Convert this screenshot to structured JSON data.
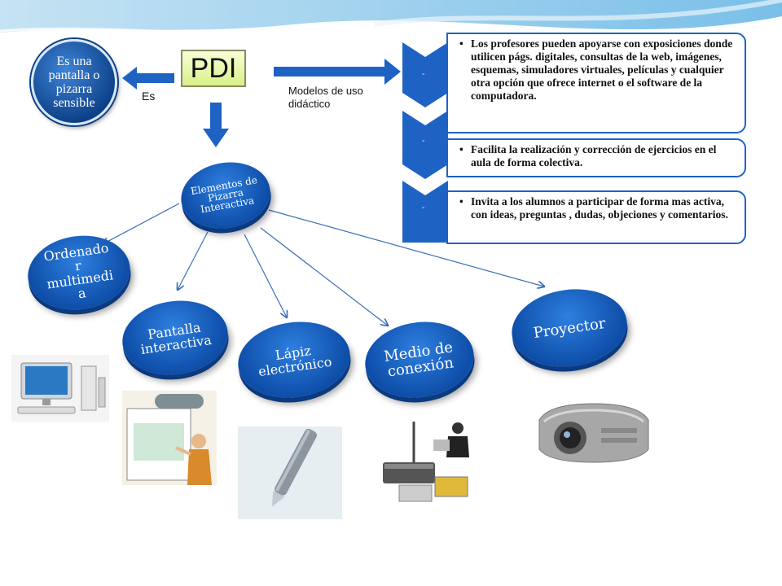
{
  "top": {
    "pdi_label": "PDI",
    "es_label": "Es",
    "modelos_label": "Modelos de uso didáctico",
    "sensible_text": "Es una pantalla o pizarra sensible"
  },
  "right_list": {
    "dash": "-",
    "items": [
      "Los profesores pueden apoyarse con exposiciones donde utilicen págs. digitales, consultas de la web, imágenes, esquemas, simuladores virtuales, películas y cualquier otra opción que ofrece internet o  el software de la computadora.",
      "Facilita la realización y corrección de ejercicios en el aula de forma colectiva.",
      "Invita a los alumnos a participar de forma mas activa, con ideas, preguntas , dudas, objeciones y comentarios."
    ]
  },
  "center_node": "Elementos de Pizarra Interactiva",
  "elements": [
    {
      "label": "Ordenado r multimedi a",
      "icon": "computer-icon"
    },
    {
      "label": "Pantalla interactiva",
      "icon": "whiteboard-presenter-icon"
    },
    {
      "label": "Lápiz electrónico",
      "icon": "stylus-pen-icon"
    },
    {
      "label": "Medio de conexión",
      "icon": "network-router-icon"
    },
    {
      "label": "Proyector",
      "icon": "projector-icon"
    }
  ],
  "colors": {
    "accent": "#1e63c4",
    "disc": "#0e4ea8",
    "pdi_fill": "#e6f7a8"
  }
}
